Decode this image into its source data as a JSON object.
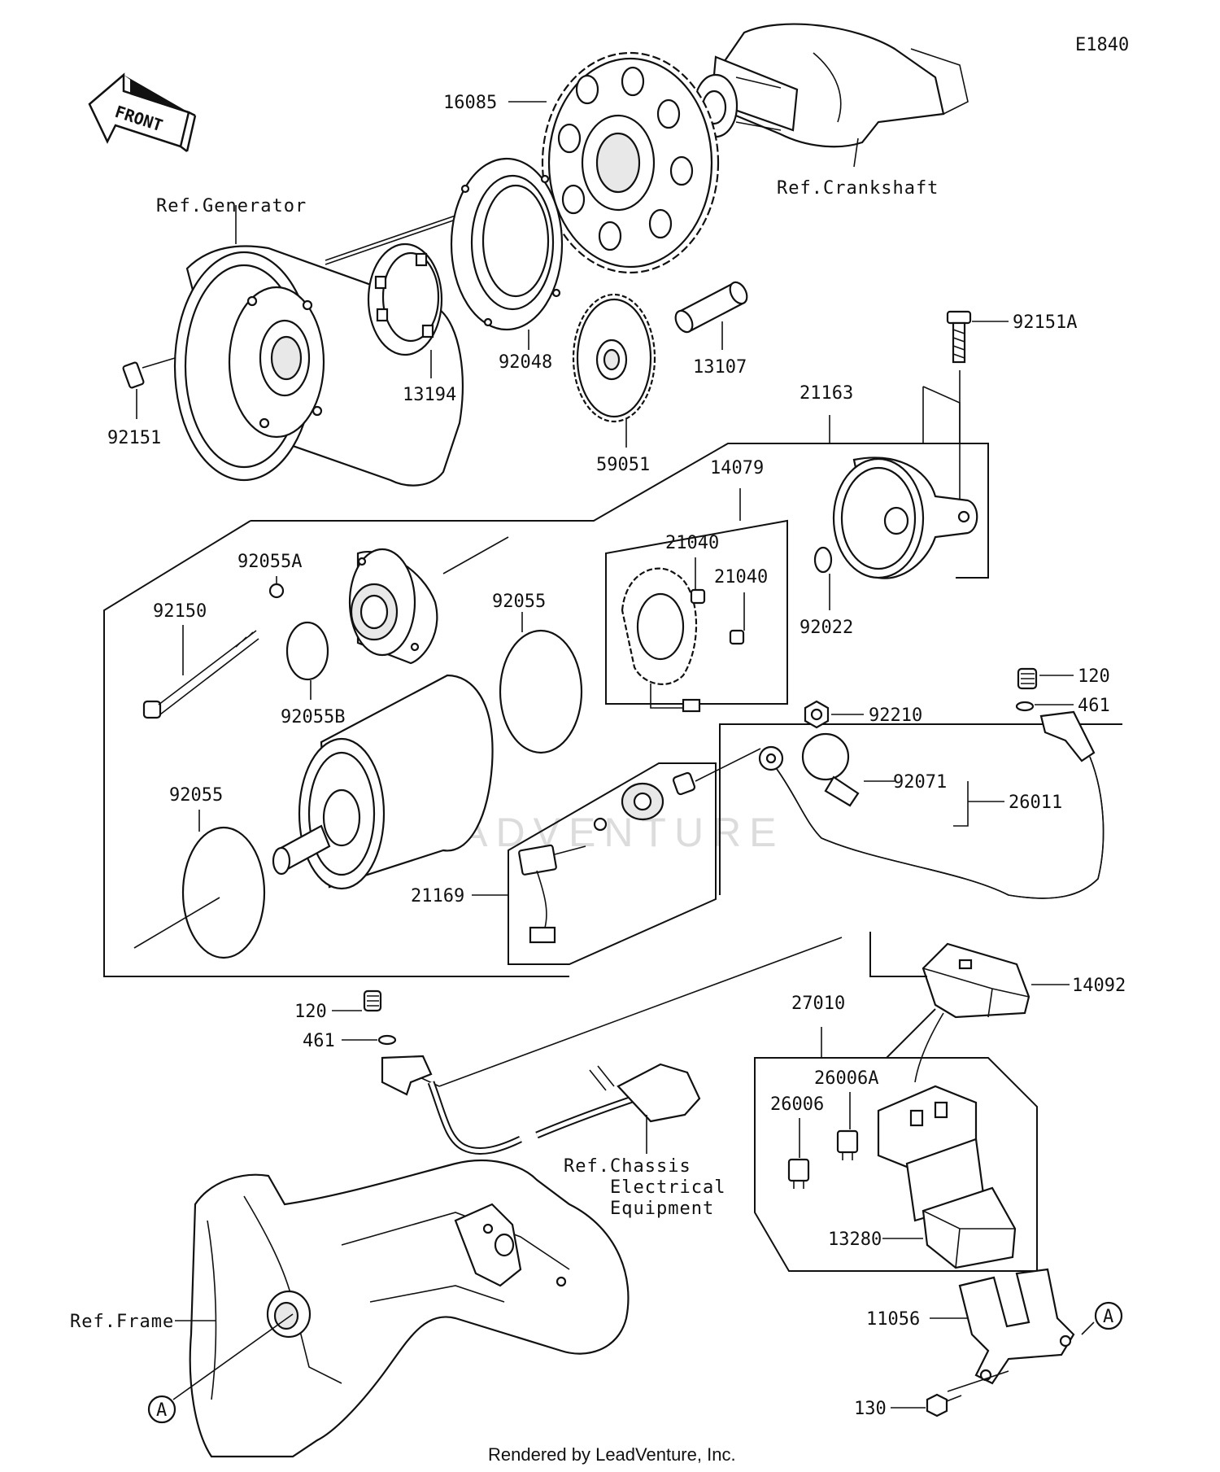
{
  "diagram_code": "E1840",
  "front_label": "FRONT",
  "watermark": "LEADVENTURE",
  "footer": "Rendered by LeadVenture, Inc.",
  "references": {
    "generator": "Ref.Generator",
    "crankshaft": "Ref.Crankshaft",
    "chassis_line1": "Ref.Chassis",
    "chassis_line2": "Electrical",
    "chassis_line3": "Equipment",
    "frame": "Ref.Frame"
  },
  "callout_a": "A",
  "parts": {
    "p16085": "16085",
    "p92151": "92151",
    "p13194": "13194",
    "p92048": "92048",
    "p13107": "13107",
    "p59051": "59051",
    "p92151A": "92151A",
    "p21163": "21163",
    "p14079": "14079",
    "p21040a": "21040",
    "p21040b": "21040",
    "p92022": "92022",
    "p92055A": "92055A",
    "p92150": "92150",
    "p92055B": "92055B",
    "p92055a": "92055",
    "p92055b": "92055",
    "p120a": "120",
    "p461a": "461",
    "p92210": "92210",
    "p92071": "92071",
    "p26011": "26011",
    "p21169": "21169",
    "p14092": "14092",
    "p27010": "27010",
    "p26006A": "26006A",
    "p26006": "26006",
    "p13280": "13280",
    "p120b": "120",
    "p461b": "461",
    "p11056": "11056",
    "p130": "130"
  }
}
